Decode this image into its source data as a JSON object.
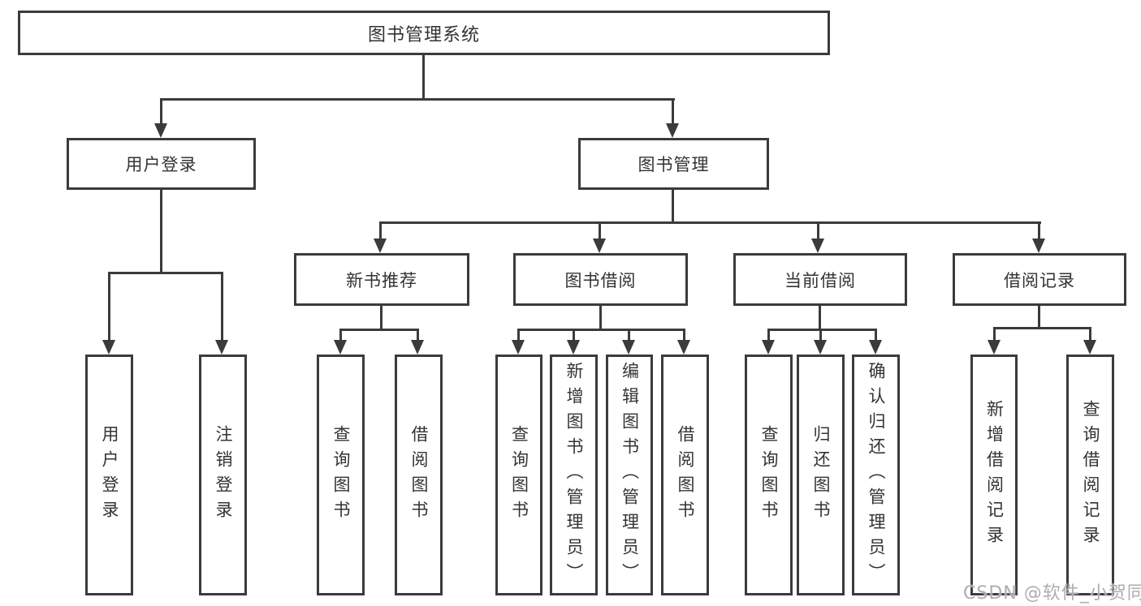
{
  "tree": {
    "label": "图书管理系统",
    "children": [
      {
        "label": "用户登录",
        "children": [
          {
            "label": "用户登录"
          },
          {
            "label": "注销登录"
          }
        ]
      },
      {
        "label": "图书管理",
        "children": [
          {
            "label": "新书推荐",
            "children": [
              {
                "label": "查询图书"
              },
              {
                "label": "借阅图书"
              }
            ]
          },
          {
            "label": "图书借阅",
            "children": [
              {
                "label": "查询图书"
              },
              {
                "label": "新增图书（管理员）"
              },
              {
                "label": "编辑图书（管理员）"
              },
              {
                "label": "借阅图书"
              }
            ]
          },
          {
            "label": "当前借阅",
            "children": [
              {
                "label": "查询图书"
              },
              {
                "label": "归还图书"
              },
              {
                "label": "确认归还（管理员）"
              }
            ]
          },
          {
            "label": "借阅记录",
            "children": [
              {
                "label": "新增借阅记录"
              },
              {
                "label": "查询借阅记录"
              }
            ]
          }
        ]
      }
    ]
  },
  "watermark": {
    "text": "CSDN @软件_小贺同学"
  },
  "colors": {
    "line": "#3b3b3b",
    "box_border": "#3b3b3b",
    "text": "#333333",
    "background": "#ffffff",
    "watermark": "#adadad"
  }
}
